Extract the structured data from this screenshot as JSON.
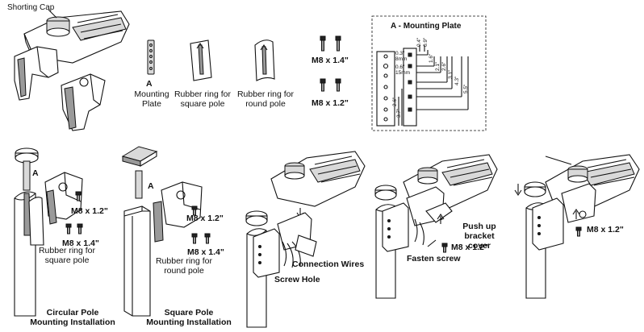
{
  "labels": {
    "shorting_cap": "Shorting Cap",
    "a_letter": "A",
    "mounting_plate": "Mounting\nPlate",
    "rubber_square": "Rubber ring for\nsquare pole",
    "rubber_round": "Rubber ring for\nround pole",
    "m8_14": "M8 x 1.4\"",
    "m8_12": "M8 x 1.2\"",
    "a_mounting_plate": "A - Mounting Plate",
    "circular_title": "Circular Pole\nMounting Installation",
    "square_title": "Square Pole\nMounting Installation",
    "connection_wires": "Connection Wires",
    "screw_hole": "Screw Hole",
    "push_up_cover": "Push up bracket\ncover",
    "fasten_screw": "Fasten screw"
  },
  "dimensions": {
    "d03": "0.3\"",
    "d8mm": "8mm",
    "d06": "0.6\"",
    "d15mm": "15mm",
    "d04": "0.4\"",
    "d09": "0.9\"",
    "d16": "1.6\"",
    "d21": "2.1\"",
    "d26": "2.6\"",
    "d31": "3.1\"",
    "d43": "4.3\"",
    "d55": "5.5\"",
    "d26b": "2.6\"",
    "d37": "3.7\""
  }
}
